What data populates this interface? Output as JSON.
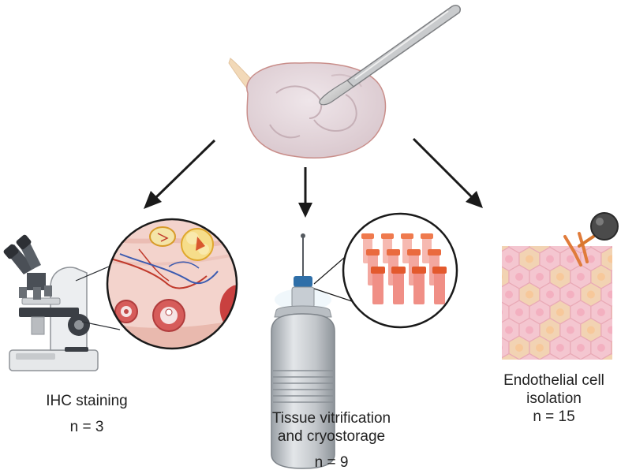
{
  "labels": {
    "ihc": "IHC staining",
    "ihc_n": "n = 3",
    "vitrification": "Tissue vitrification\nand cryostorage",
    "vitrification_n": "n = 9",
    "endothelial": "Endothelial cell\nisolation",
    "endothelial_n": "n = 15"
  },
  "icons": [
    "scalpel-icon",
    "ovary-tissue-icon",
    "microscope-icon",
    "tissue-section-magnifier-icon",
    "cryo-dewar-icon",
    "cryovials-magnifier-icon",
    "endothelial-cells-icon",
    "antibody-bead-icon"
  ],
  "colors": {
    "arrow": "#1a1a1a",
    "ovary": "#e6d8dc",
    "ovary_outline": "#c98e8a",
    "cell_pink": "#f4c6d0",
    "cell_peach": "#f2d3b3",
    "vial_orange": "#ef7a4e",
    "vial_pink": "#f6b9b1"
  }
}
